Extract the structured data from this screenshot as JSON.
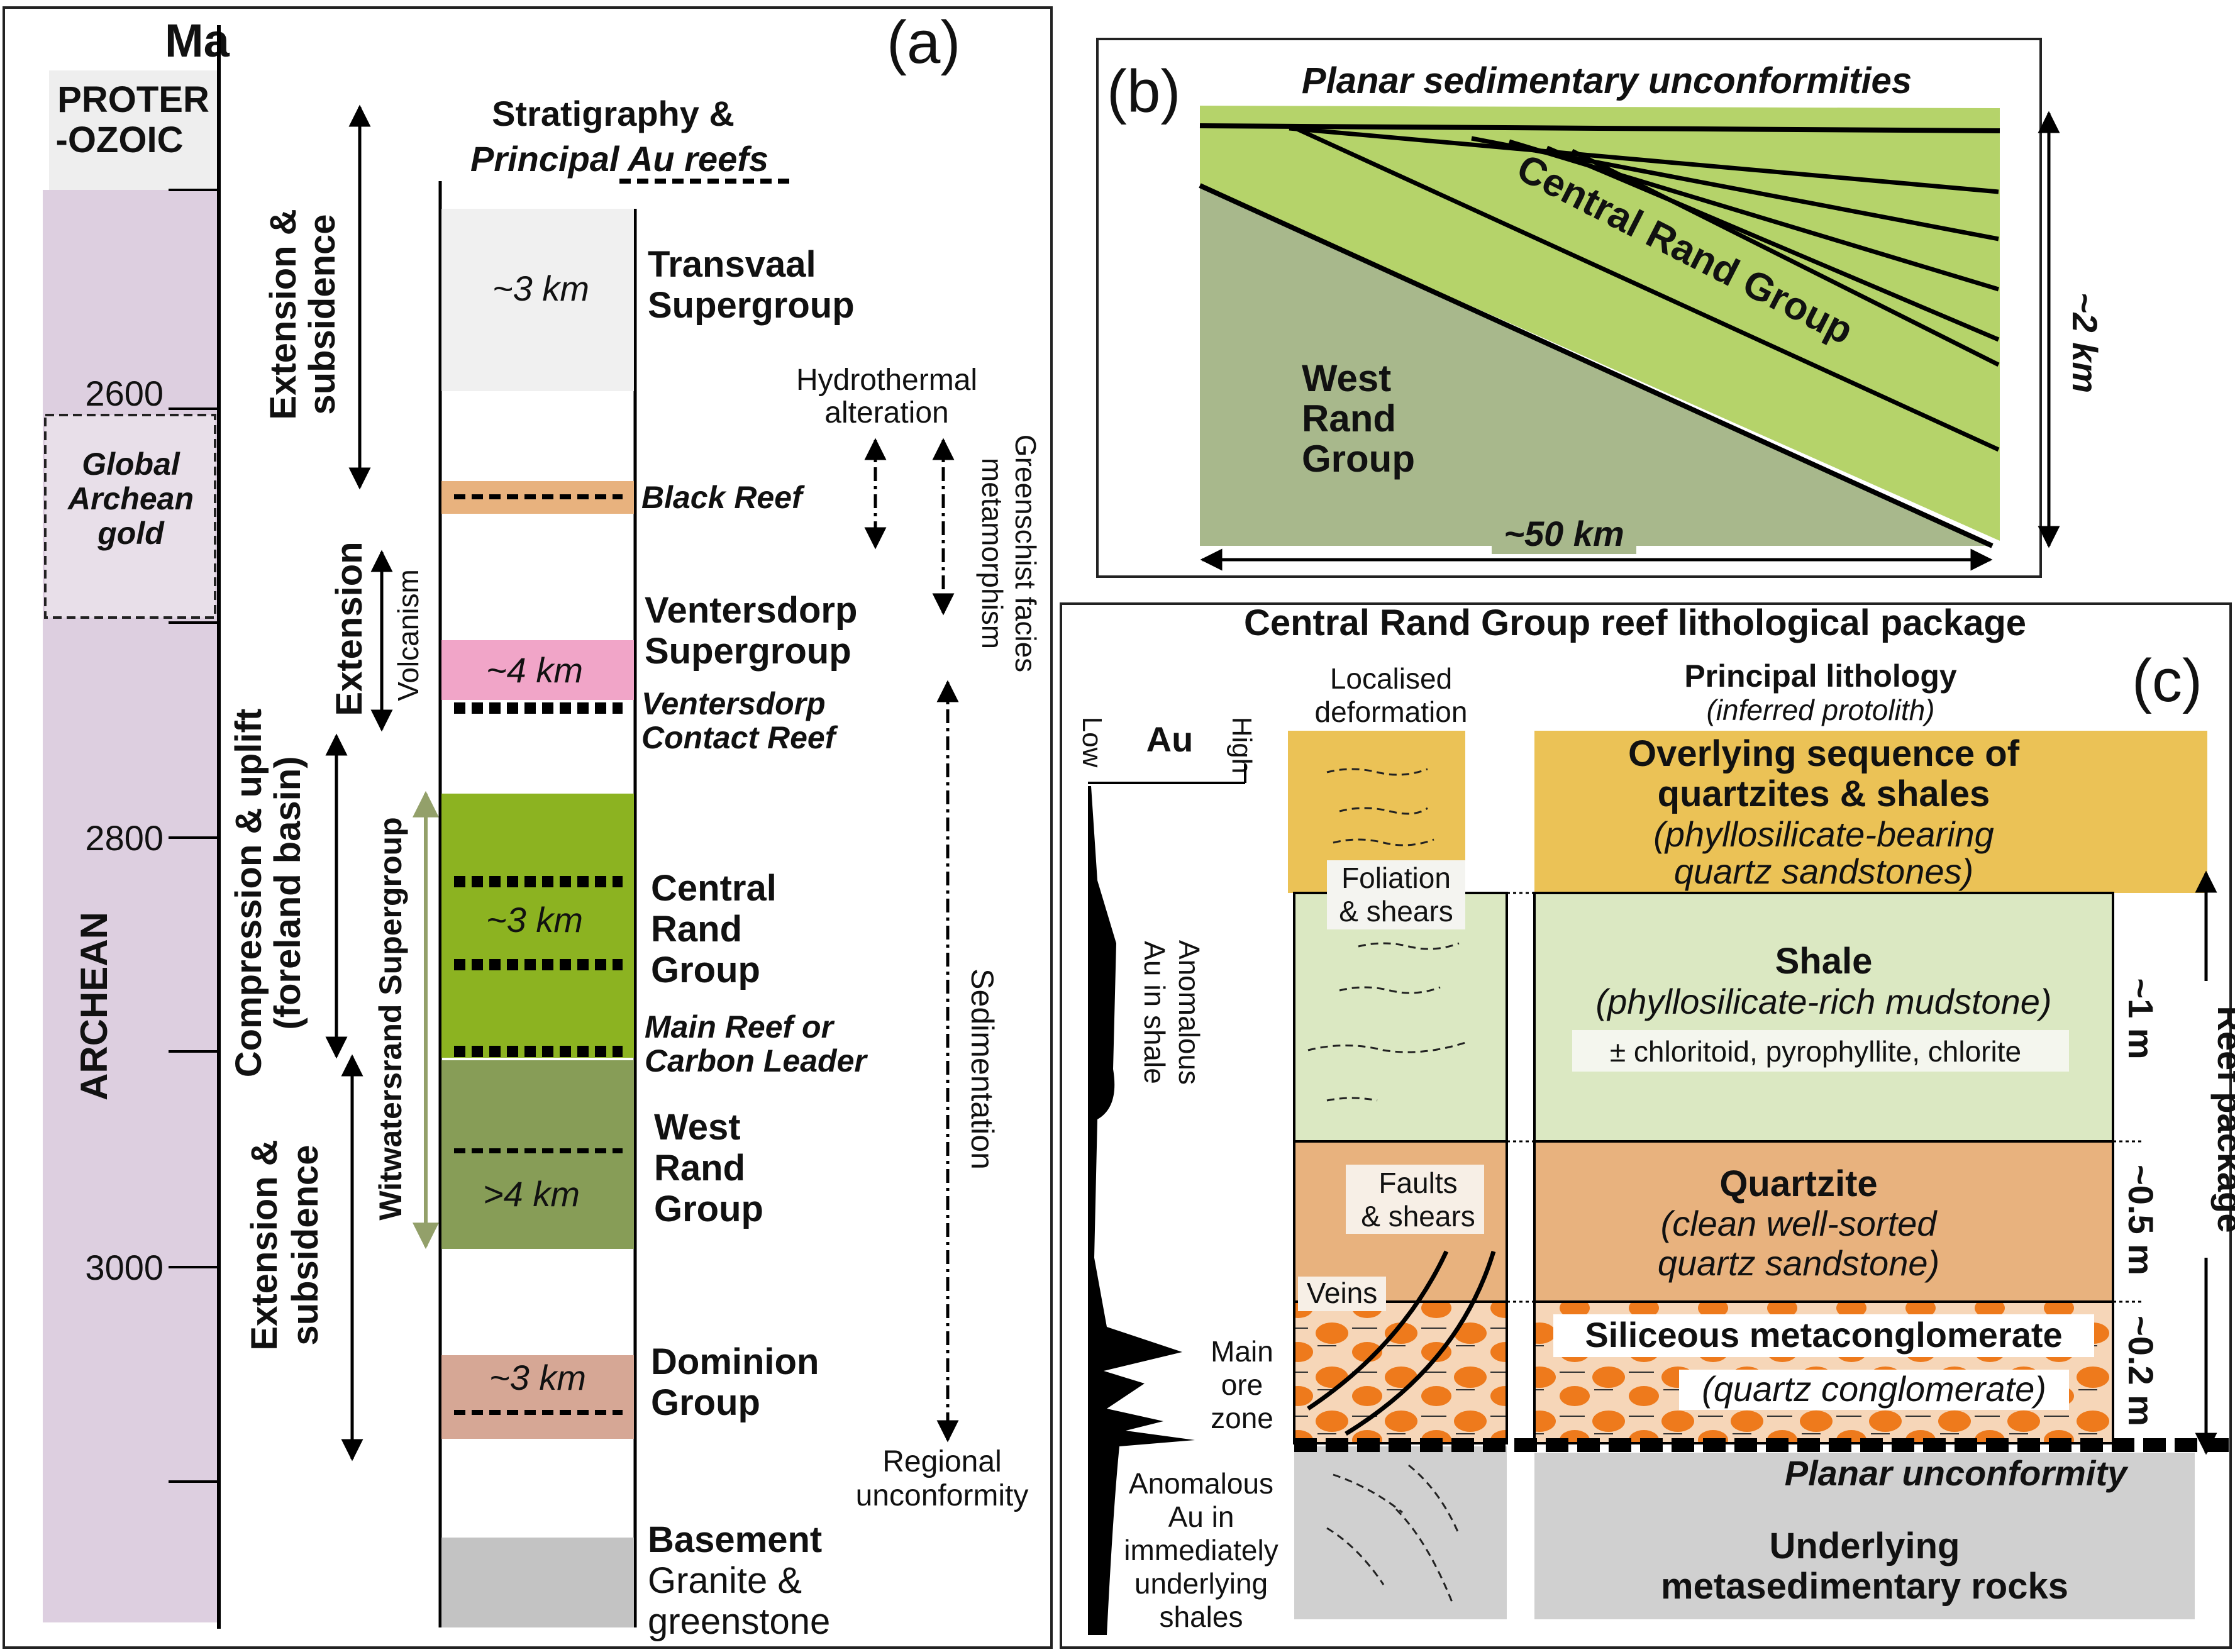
{
  "panel_a": {
    "label": "(a)",
    "ma_header": "Ma",
    "eon_proterozoic": [
      "PROTER",
      "-OZOIC"
    ],
    "eon_archean": "ARCHEAN",
    "ticks": [
      "2600",
      "2800",
      "3000"
    ],
    "global_gold": [
      "Global",
      "Archean",
      "gold"
    ],
    "tectonic": {
      "top": [
        "Extension &",
        "subsidence"
      ],
      "middle": "Extension",
      "volcanism": "Volcanism",
      "compression": [
        "Compression & uplift",
        "(foreland basin)"
      ],
      "bottom": [
        "Extension &",
        "subsidence"
      ]
    },
    "witwatersrand": "Witwatersrand Supergroup",
    "strat_title": [
      "Stratigraphy &",
      "Principal Au reefs"
    ],
    "thickness": {
      "transvaal": "~3 km",
      "ventersdorp": "~4 km",
      "central": "~3 km",
      "west": ">4 km",
      "dominion": "~3 km"
    },
    "units": {
      "transvaal": [
        "Transvaal",
        "Supergroup"
      ],
      "black_reef": "Black Reef",
      "ventersdorp": [
        "Ventersdorp",
        "Supergroup"
      ],
      "vcr": [
        "Ventersdorp",
        "Contact  Reef"
      ],
      "central": [
        "Central",
        "Rand",
        "Group"
      ],
      "main_reef": [
        "Main Reef or",
        "Carbon Leader"
      ],
      "west": [
        "West",
        "Rand",
        "Group"
      ],
      "dominion": [
        "Dominion",
        "Group"
      ],
      "basement": [
        "Basement",
        "Granite &",
        "greenstone"
      ]
    },
    "processes": {
      "hydrothermal": [
        "Hydrothermal",
        "alteration"
      ],
      "greenschist": [
        "Greenschist facies",
        "metamorphism"
      ],
      "sedimentation": "Sedimentation",
      "regional": [
        "Regional",
        "unconformity"
      ]
    }
  },
  "panel_b": {
    "label": "(b)",
    "title": "Planar sedimentary unconformities",
    "central": "Central Rand Group",
    "west": [
      "West",
      "Rand",
      "Group"
    ],
    "width": "~50 km",
    "height": "~2 km"
  },
  "panel_c": {
    "label": "(c)",
    "title": "Central Rand Group reef lithological package",
    "au_axis": {
      "label": "Au",
      "low": "Low",
      "high": "High"
    },
    "deformation_header": [
      "Localised",
      "deformation"
    ],
    "lithology_header": "Principal lithology",
    "protolith_header": "(inferred protolith)",
    "overlying": {
      "title": [
        "Overlying sequence of",
        "quartzites & shales"
      ],
      "protolith": [
        "(phyllosilicate-bearing",
        "quartz sandstones)"
      ]
    },
    "shale": {
      "title": "Shale",
      "protolith": "(phyllosilicate-rich mudstone)",
      "minerals": "± chloritoid, pyrophyllite, chlorite"
    },
    "quartzite": {
      "title": "Quartzite",
      "protolith": [
        "(clean well-sorted",
        "quartz sandstone)"
      ]
    },
    "conglomerate": {
      "title": "Siliceous metaconglomerate",
      "protolith": "(quartz conglomerate)"
    },
    "unconformity": "Planar unconformity",
    "underlying": [
      "Underlying",
      "metasedimentary rocks"
    ],
    "deformation_labels": {
      "foliation": [
        "Foliation",
        "& shears"
      ],
      "faults": [
        "Faults",
        "& shears"
      ],
      "veins": "Veins"
    },
    "au_notes": {
      "shale": [
        "Anomalous",
        "Au in shale"
      ],
      "main_ore": [
        "Main",
        "ore",
        "zone"
      ],
      "underlying": [
        "Anomalous",
        "Au in",
        "immediately",
        "underlying",
        "shales"
      ]
    },
    "thickness": {
      "shale": "~1 m",
      "quartzite": "~0.5 m",
      "conglomerate": "~0.2 m",
      "package": "Reef package"
    }
  },
  "colors": {
    "archean": "#ddcfe0",
    "proterozoic": "#eeeeee",
    "transvaal": "#f0f0f0",
    "black_reef": "#e8b27e",
    "ventersdorp": "#f1a5c8",
    "central_rand": "#8cb321",
    "west_rand": "#879d57",
    "dominion": "#d6a795",
    "basement": "#c3c3c3",
    "b_light_green": "#b5d36a",
    "b_dark_green": "#a8b88c",
    "overlying": "#ebc256",
    "shale": "#dbe8c2",
    "quartzite": "#e8b27e",
    "conglomerate_bg": "#f6d6b8",
    "pebble": "#ee7a1c",
    "underlying": "#d0d0d0",
    "witwatersrand_arrow": "#93a06a"
  }
}
